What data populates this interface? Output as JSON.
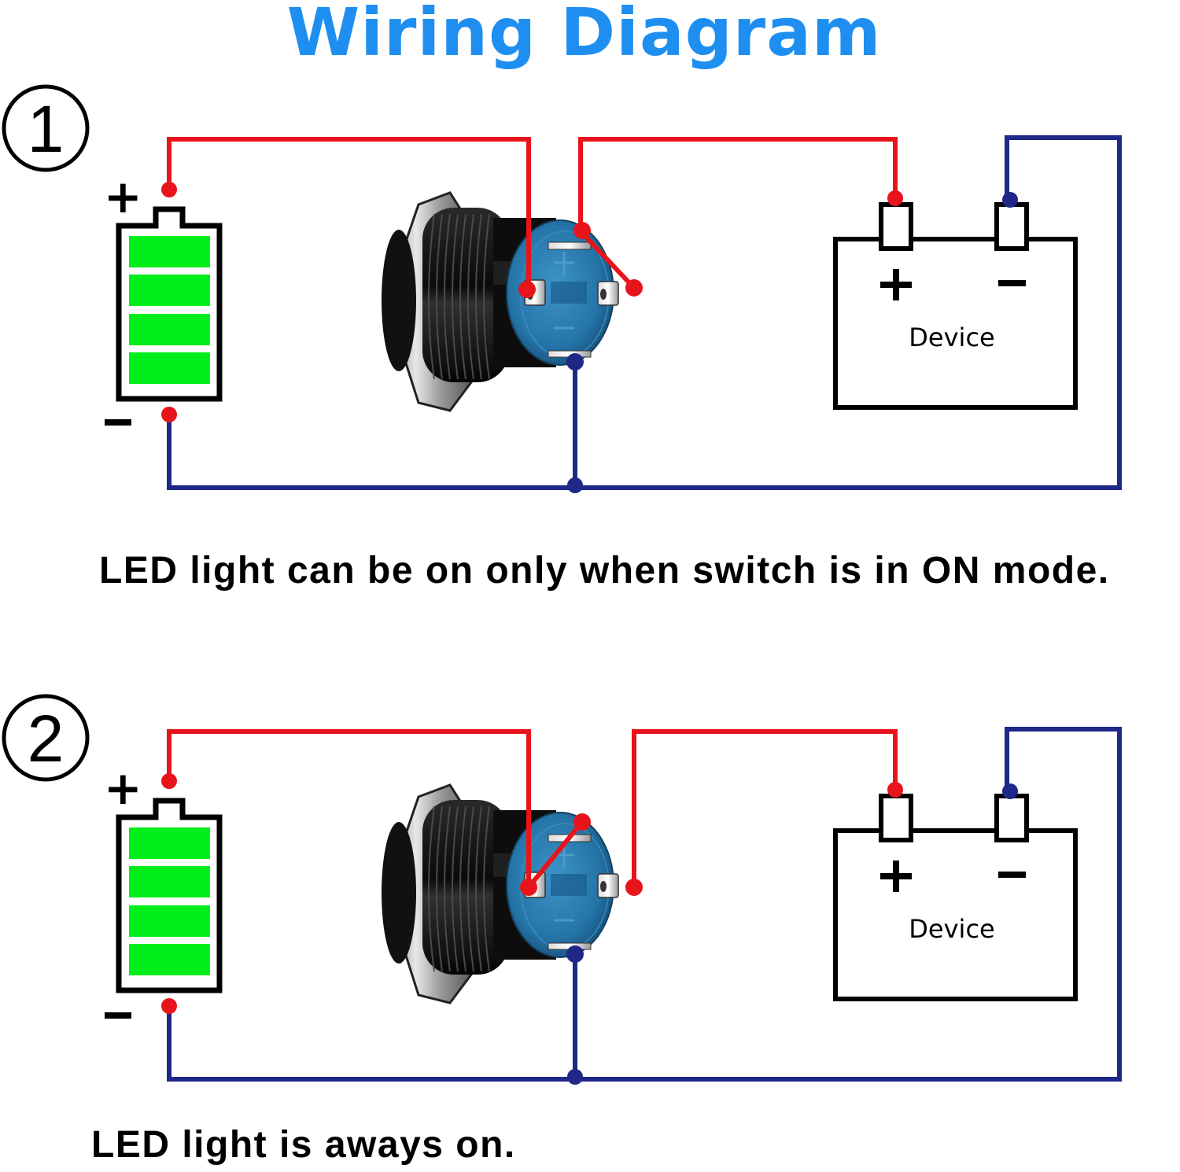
{
  "title": "Wiring Diagram",
  "colors": {
    "title": "#1e8ff0",
    "positive_wire": "#e8141c",
    "negative_wire": "#1f2787",
    "battery_fill": "#00ee1a",
    "switch_body": "#2a7cb0"
  },
  "diagrams": [
    {
      "number": "1",
      "battery": {
        "plus": "+",
        "minus": "−",
        "charge_segments": 4
      },
      "device": {
        "label": "Device",
        "plus": "+",
        "minus": "−"
      },
      "switch": {
        "terminal_markings": [
          "+",
          "−"
        ],
        "jumper": "top terminal to right terminal"
      },
      "caption": "LED light can be on only when switch is in ON mode."
    },
    {
      "number": "2",
      "battery": {
        "plus": "+",
        "minus": "−",
        "charge_segments": 4
      },
      "device": {
        "label": "Device",
        "plus": "+",
        "minus": "−"
      },
      "switch": {
        "terminal_markings": [
          "+",
          "−"
        ],
        "jumper": "top terminal to left terminal"
      },
      "caption": "LED light is aways on."
    }
  ]
}
